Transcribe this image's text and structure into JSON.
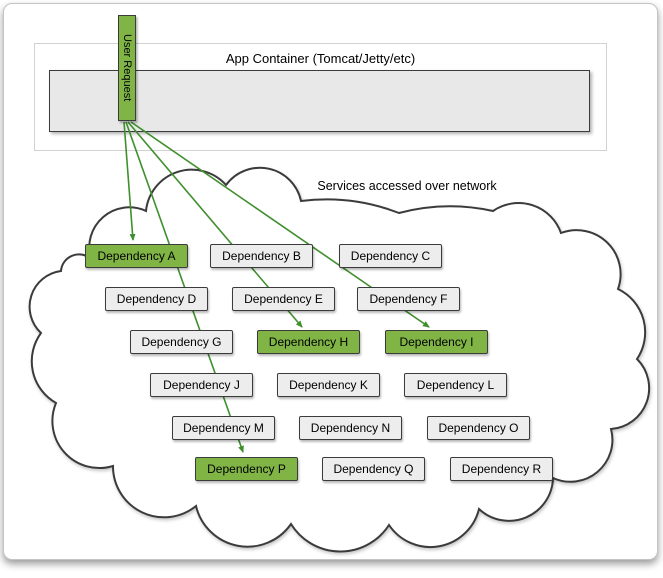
{
  "diagram": {
    "user_request_label": "User Request",
    "app_container_title": "App Container (Tomcat/Jetty/etc)",
    "cloud_label": "Services accessed over network",
    "dependencies": [
      {
        "label": "Dependency A",
        "highlighted": true
      },
      {
        "label": "Dependency B",
        "highlighted": false
      },
      {
        "label": "Dependency C",
        "highlighted": false
      },
      {
        "label": "Dependency D",
        "highlighted": false
      },
      {
        "label": "Dependency E",
        "highlighted": false
      },
      {
        "label": "Dependency F",
        "highlighted": false
      },
      {
        "label": "Dependency G",
        "highlighted": false
      },
      {
        "label": "Dependency H",
        "highlighted": true
      },
      {
        "label": "Dependency I",
        "highlighted": true
      },
      {
        "label": "Dependency J",
        "highlighted": false
      },
      {
        "label": "Dependency K",
        "highlighted": false
      },
      {
        "label": "Dependency L",
        "highlighted": false
      },
      {
        "label": "Dependency M",
        "highlighted": false
      },
      {
        "label": "Dependency N",
        "highlighted": false
      },
      {
        "label": "Dependency O",
        "highlighted": false
      },
      {
        "label": "Dependency P",
        "highlighted": true
      },
      {
        "label": "Dependency Q",
        "highlighted": false
      },
      {
        "label": "Dependency R",
        "highlighted": false
      }
    ],
    "arrows": [
      {
        "from": "User Request",
        "to": "Dependency A"
      },
      {
        "from": "User Request",
        "to": "Dependency H"
      },
      {
        "from": "User Request",
        "to": "Dependency I"
      },
      {
        "from": "User Request",
        "to": "Dependency P"
      }
    ]
  },
  "colors": {
    "highlight_green": "#80b546",
    "arrow_green": "#3f8f2d",
    "box_gray": "#ededed",
    "box_border": "#3b3b3b"
  }
}
